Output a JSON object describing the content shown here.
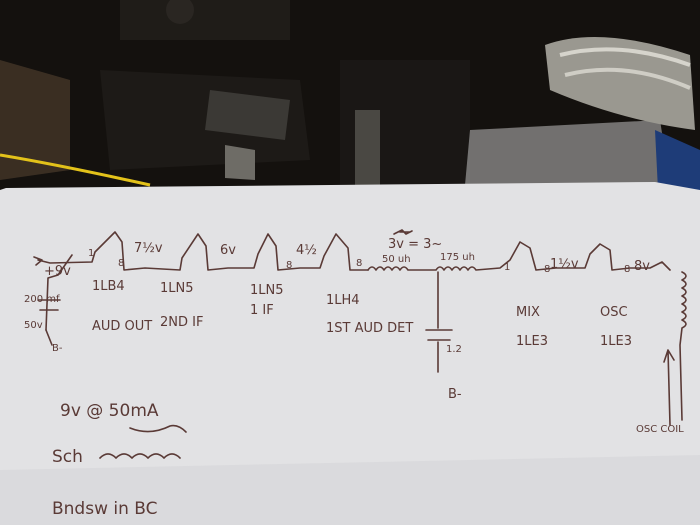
{
  "labels": {
    "supply_in": "+9v",
    "cap_value": "200 mf",
    "cap_voltage": "50v",
    "cap_ground": "B-",
    "v1": "7½v",
    "v2": "6v",
    "v3": "4½",
    "v4": "3v = 3~",
    "v5": "1½v",
    "v6": "8v",
    "choke1": "50 uh",
    "choke2": "175 uh",
    "shunt_cap": "1.2",
    "ground": "B-",
    "pin_a": "1",
    "pin_b": "8"
  },
  "tubes": [
    {
      "type": "1LB4",
      "role": "AUD OUT"
    },
    {
      "type": "1LN5",
      "role": "2ND IF"
    },
    {
      "type": "1LN5",
      "role": "1 IF"
    },
    {
      "type": "1LH4",
      "role": "1ST AUD DET"
    },
    {
      "type": "MIX",
      "role": "1LE3"
    },
    {
      "type": "OSC",
      "role": "1LE3"
    }
  ],
  "osc_coil": "OSC COIL",
  "notes": [
    "9v @ 50mA",
    "Sch",
    "Bndsw in BC"
  ],
  "colors": {
    "ink": "#5a3a36",
    "paper": "#e2e2e4",
    "background": "#0d0b09"
  }
}
